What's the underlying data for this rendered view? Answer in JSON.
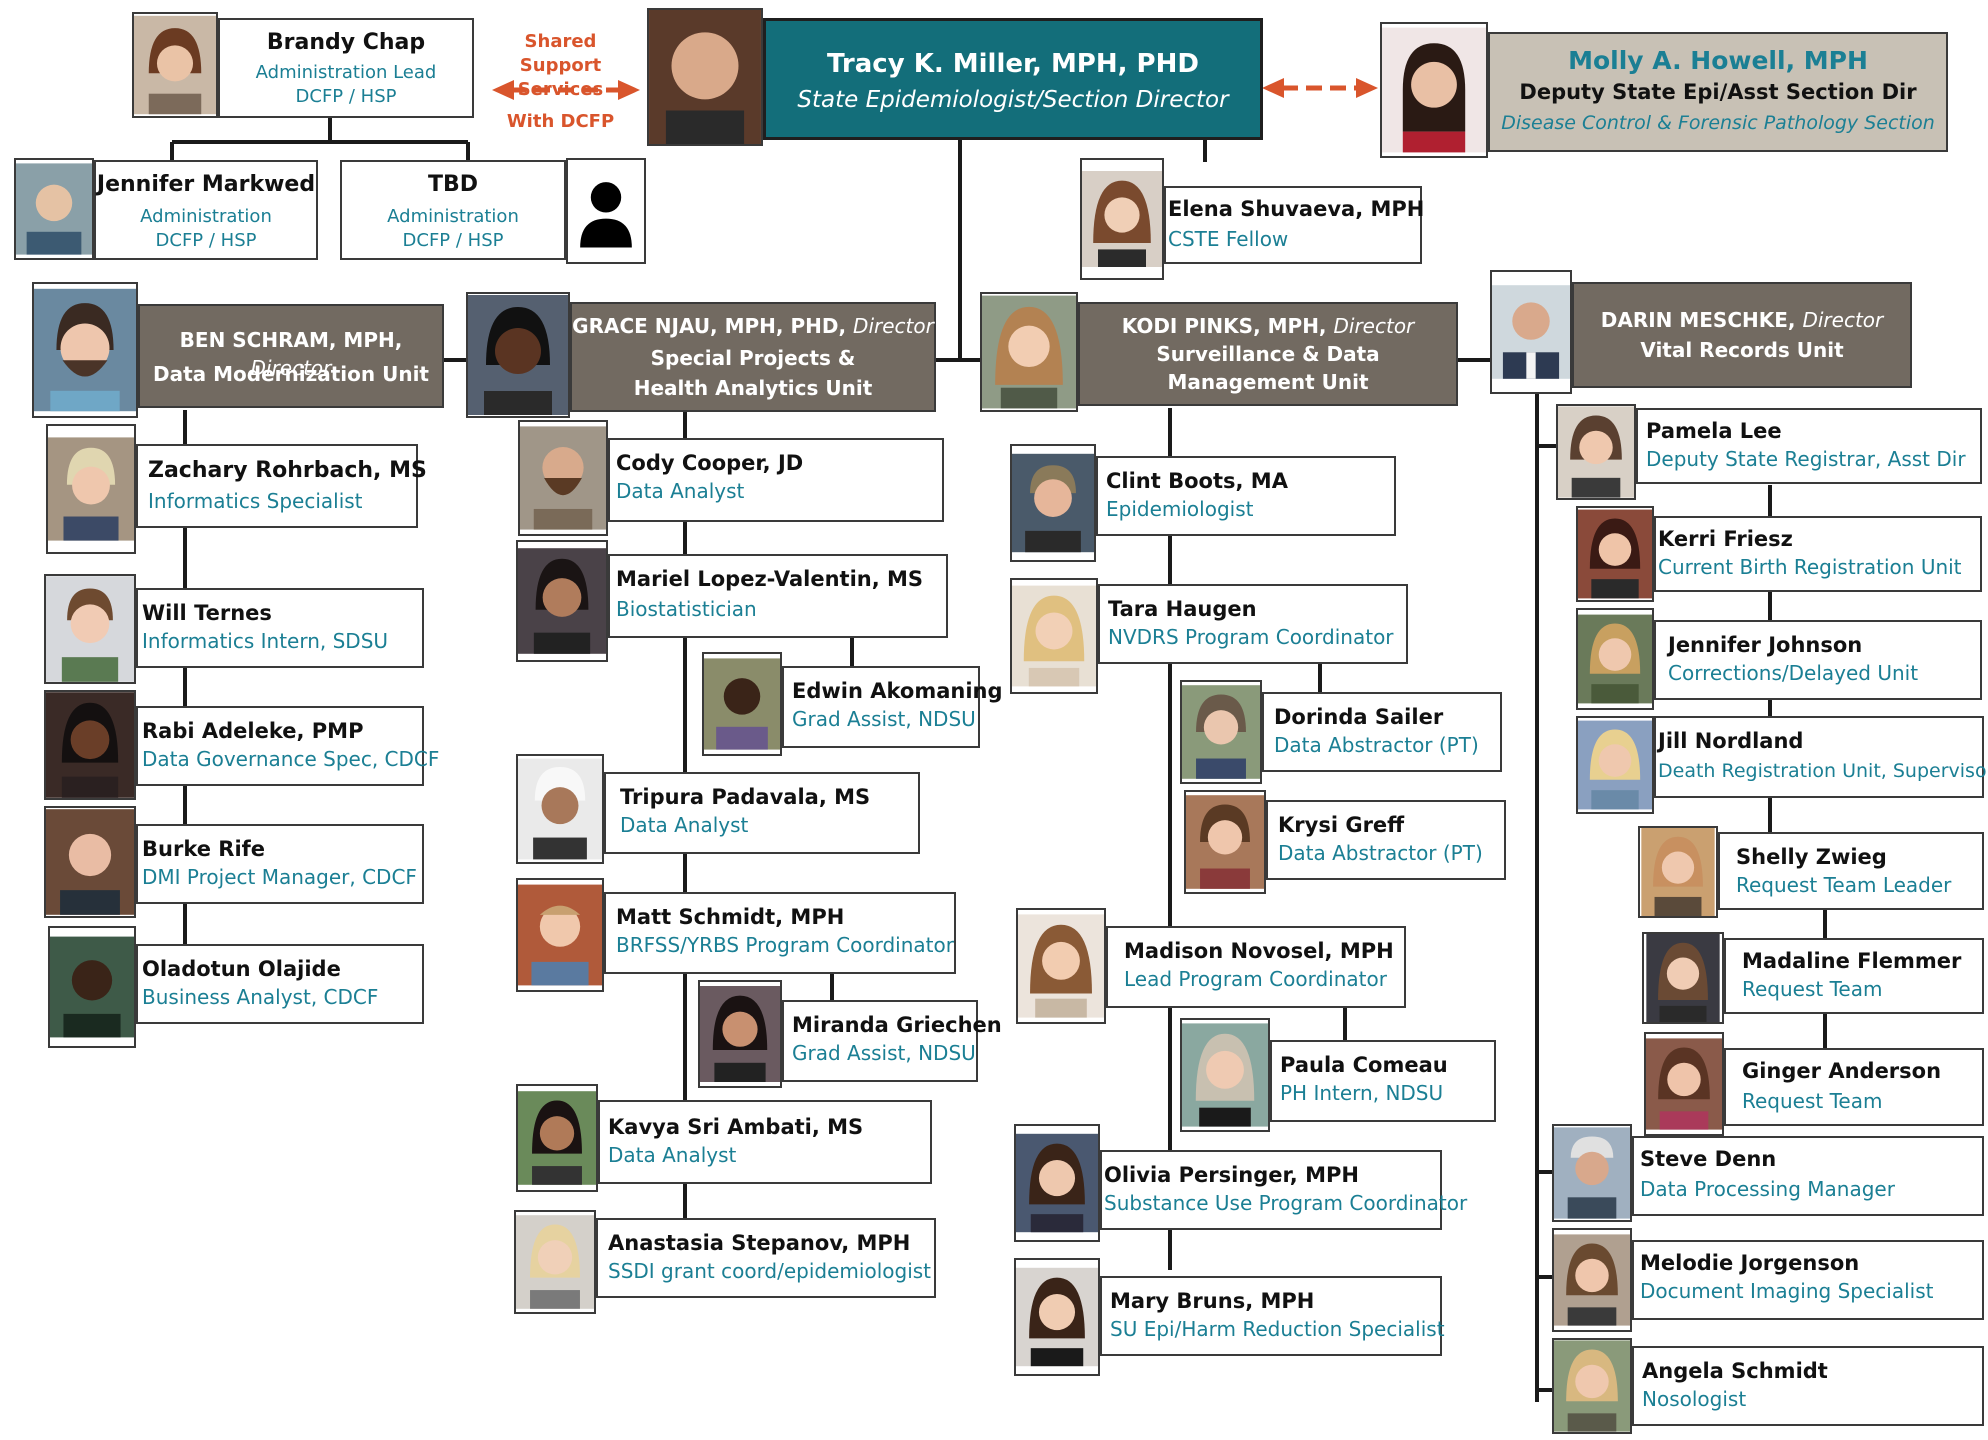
{
  "top": {
    "name": "Tracy K. Miller, MPH, PHD",
    "title": "State Epidemiologist/Section Director"
  },
  "deputy": {
    "name": "Molly A. Howell, MPH",
    "title": "Deputy State Epi/Asst Section Dir",
    "section": "Disease Control & Forensic Pathology Section"
  },
  "shared": {
    "line1": "Shared",
    "line2": "Support Services",
    "line3": "With DCFP"
  },
  "admin": {
    "lead": {
      "name": "Brandy Chap",
      "title": "Administration  Lead",
      "org": "DCFP / HSP"
    },
    "staff": [
      {
        "name": "Jennifer Markwed",
        "title": "Administration",
        "org": "DCFP / HSP"
      },
      {
        "name": "TBD",
        "title": "Administration",
        "org": "DCFP / HSP"
      }
    ]
  },
  "fellow": {
    "name": "Elena Shuvaeva, MPH",
    "title": "CSTE Fellow"
  },
  "units": [
    {
      "director_name": "BEN SCHRAM, MPH,",
      "director_role": "Director",
      "unit": "Data Modernization Unit",
      "staff": [
        {
          "name": "Zachary  Rohrbach, MS",
          "title": "Informatics Specialist"
        },
        {
          "name": "Will Ternes",
          "title": "Informatics Intern, SDSU"
        },
        {
          "name": "Rabi Adeleke, PMP",
          "title": "Data Governance Spec, CDCF"
        },
        {
          "name": "Burke Rife",
          "title": "DMI Project Manager, CDCF"
        },
        {
          "name": "Oladotun Olajide",
          "title": "Business Analyst, CDCF"
        }
      ]
    },
    {
      "director_name": "GRACE NJAU, MPH, PHD,",
      "director_role": "Director",
      "unit_line1": "Special Projects &",
      "unit_line2": "Health Analytics Unit",
      "staff": [
        {
          "name": "Cody Cooper, JD",
          "title": "Data Analyst"
        },
        {
          "name": "Mariel Lopez-Valentin, MS",
          "title": "Biostatistician"
        },
        {
          "name": "Edwin Akomaning",
          "title": "Grad Assist, NDSU"
        },
        {
          "name": "Tripura Padavala, MS",
          "title": "Data Analyst"
        },
        {
          "name": "Matt Schmidt, MPH",
          "title": "BRFSS/YRBS Program Coordinator"
        },
        {
          "name": "Miranda Griechen",
          "title": "Grad Assist, NDSU"
        },
        {
          "name": "Kavya Sri Ambati, MS",
          "title": "Data Analyst"
        },
        {
          "name": "Anastasia Stepanov, MPH",
          "title": "SSDI grant coord/epidemiologist"
        }
      ]
    },
    {
      "director_name": "KODI PINKS, MPH,",
      "director_role": "Director",
      "unit_line1": "Surveillance & Data",
      "unit_line2": "Management Unit",
      "staff": [
        {
          "name": "Clint Boots, MA",
          "title": "Epidemiologist"
        },
        {
          "name": "Tara Haugen",
          "title": "NVDRS Program Coordinator"
        },
        {
          "name": "Dorinda Sailer",
          "title": "Data Abstractor (PT)"
        },
        {
          "name": "Krysi Greff",
          "title": "Data Abstractor (PT)"
        },
        {
          "name": "Madison Novosel, MPH",
          "title": "Lead Program Coordinator"
        },
        {
          "name": "Paula Comeau",
          "title": "PH Intern, NDSU"
        },
        {
          "name": "Olivia Persinger, MPH",
          "title": "Substance Use Program Coordinator"
        },
        {
          "name": "Mary Bruns, MPH",
          "title": "SU Epi/Harm Reduction Specialist"
        }
      ]
    },
    {
      "director_name": "DARIN MESCHKE,",
      "director_role": "Director",
      "unit": "Vital Records Unit",
      "staff": [
        {
          "name": "Pamela Lee",
          "title": "Deputy State Registrar, Asst Dir"
        },
        {
          "name": "Kerri Friesz",
          "title": "Current Birth Registration Unit"
        },
        {
          "name": "Jennifer Johnson",
          "title": "Corrections/Delayed Unit"
        },
        {
          "name": "Jill Nordland",
          "title": "Death Registration Unit, Supervisor"
        },
        {
          "name": "Shelly Zwieg",
          "title": "Request Team Leader"
        },
        {
          "name": "Madaline Flemmer",
          "title": "Request Team"
        },
        {
          "name": "Ginger Anderson",
          "title": "Request Team"
        },
        {
          "name": "Steve Denn",
          "title": "Data Processing Manager"
        },
        {
          "name": "Melodie Jorgenson",
          "title": "Document Imaging Specialist"
        },
        {
          "name": "Angela Schmidt",
          "title": "Nosologist"
        }
      ]
    }
  ],
  "colors": {
    "accent": "#136e7a",
    "unit_header": "#726a61",
    "title_text": "#1b7f94",
    "shared_arrow": "#d9552c"
  },
  "icons": {
    "tbd_photo": "person-silhouette-icon"
  }
}
